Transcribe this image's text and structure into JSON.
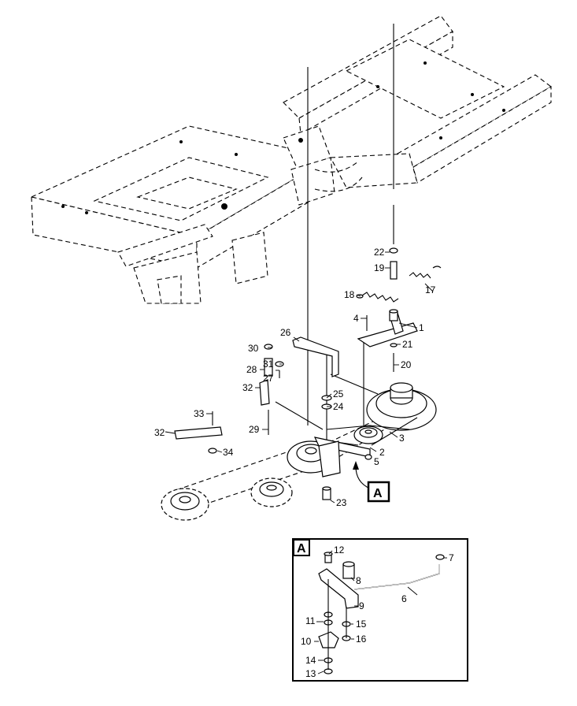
{
  "callouts": {
    "c1": "1",
    "c2": "2",
    "c3": "3",
    "c4": "4",
    "c5": "5",
    "c17": "17",
    "c18": "18",
    "c19": "19",
    "c20": "20",
    "c21": "21",
    "c22": "22",
    "c23": "23",
    "c24": "24",
    "c25": "25",
    "c26": "26",
    "c27": "27",
    "c28": "28",
    "c29": "29",
    "c30": "30",
    "c31": "31",
    "c32a": "32",
    "c32b": "32",
    "c33": "33",
    "c34": "34"
  },
  "detail": {
    "view_label": "A",
    "callout_view_label": "A",
    "callouts": {
      "c6": "6",
      "c7": "7",
      "c8": "8",
      "c9": "9",
      "c10": "10",
      "c11": "11",
      "c12": "12",
      "c13": "13",
      "c14": "14",
      "c15": "15",
      "c16": "16"
    }
  }
}
